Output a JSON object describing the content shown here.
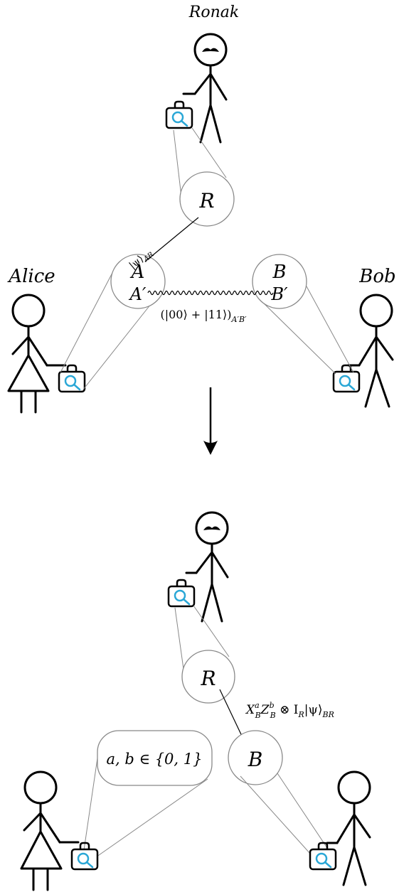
{
  "top": {
    "name_ronak": "Ronak",
    "name_alice": "Alice",
    "name_bob": "Bob",
    "label_R": "R",
    "label_A": "A",
    "label_Aprime": "A′",
    "label_B": "B",
    "label_Bprime": "B′",
    "psi_label": "|ψ⟩",
    "psi_sub": "AR",
    "epr_label": "(|00⟩ + |11⟩)",
    "epr_sub": "A′B′"
  },
  "bottom": {
    "label_R": "R",
    "label_B": "B",
    "classical_label": "a, b ∈ {0, 1}",
    "state_label": "X",
    "state_label_rest": "Z",
    "state_label_tail": " ⊗ I",
    "state_label_end": "|ψ⟩",
    "sup_a": "a",
    "sub_B": "B",
    "sup_b": "b",
    "sub_B2": "B",
    "sub_R": "R",
    "sub_BR": "BR"
  },
  "icons": [
    "ronak-figure",
    "alice-figure",
    "bob-figure",
    "lab-box-icon",
    "magnifier-icon",
    "arrow-down-icon"
  ]
}
